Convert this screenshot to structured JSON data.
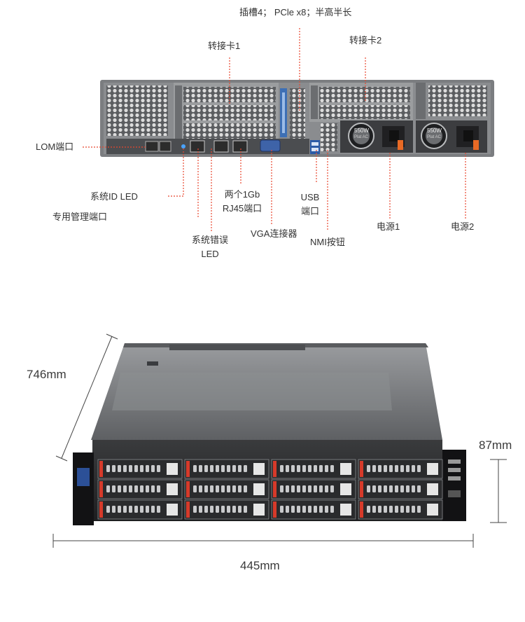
{
  "rear_labels": {
    "slot": "插槽4；  PCle x8；半高半长",
    "riser1": "转接卡1",
    "riser2": "转接卡2",
    "lom": "LOM端口",
    "sys_id_led": "系统ID LED",
    "mgmt_port": "专用管理端口",
    "sys_err_line1": "系统错误",
    "sys_err_line2": "LED",
    "rj45_line1": "两个1Gb",
    "rj45_line2": "RJ45端口",
    "vga": "VGA连接器",
    "usb_line1": "USB",
    "usb_line2": "端口",
    "nmi": "NMI按钮",
    "psu1": "电源1",
    "psu2": "电源2",
    "psu_rating": "550W",
    "psu_sub": "Plat AC"
  },
  "dimensions": {
    "depth": "746mm",
    "height": "87mm",
    "width": "445mm"
  },
  "colors": {
    "callout": "#e8462e",
    "chassis": "#6d6f72",
    "bezel": "#1c1c1e",
    "drive_tab": "#d63a2a"
  }
}
